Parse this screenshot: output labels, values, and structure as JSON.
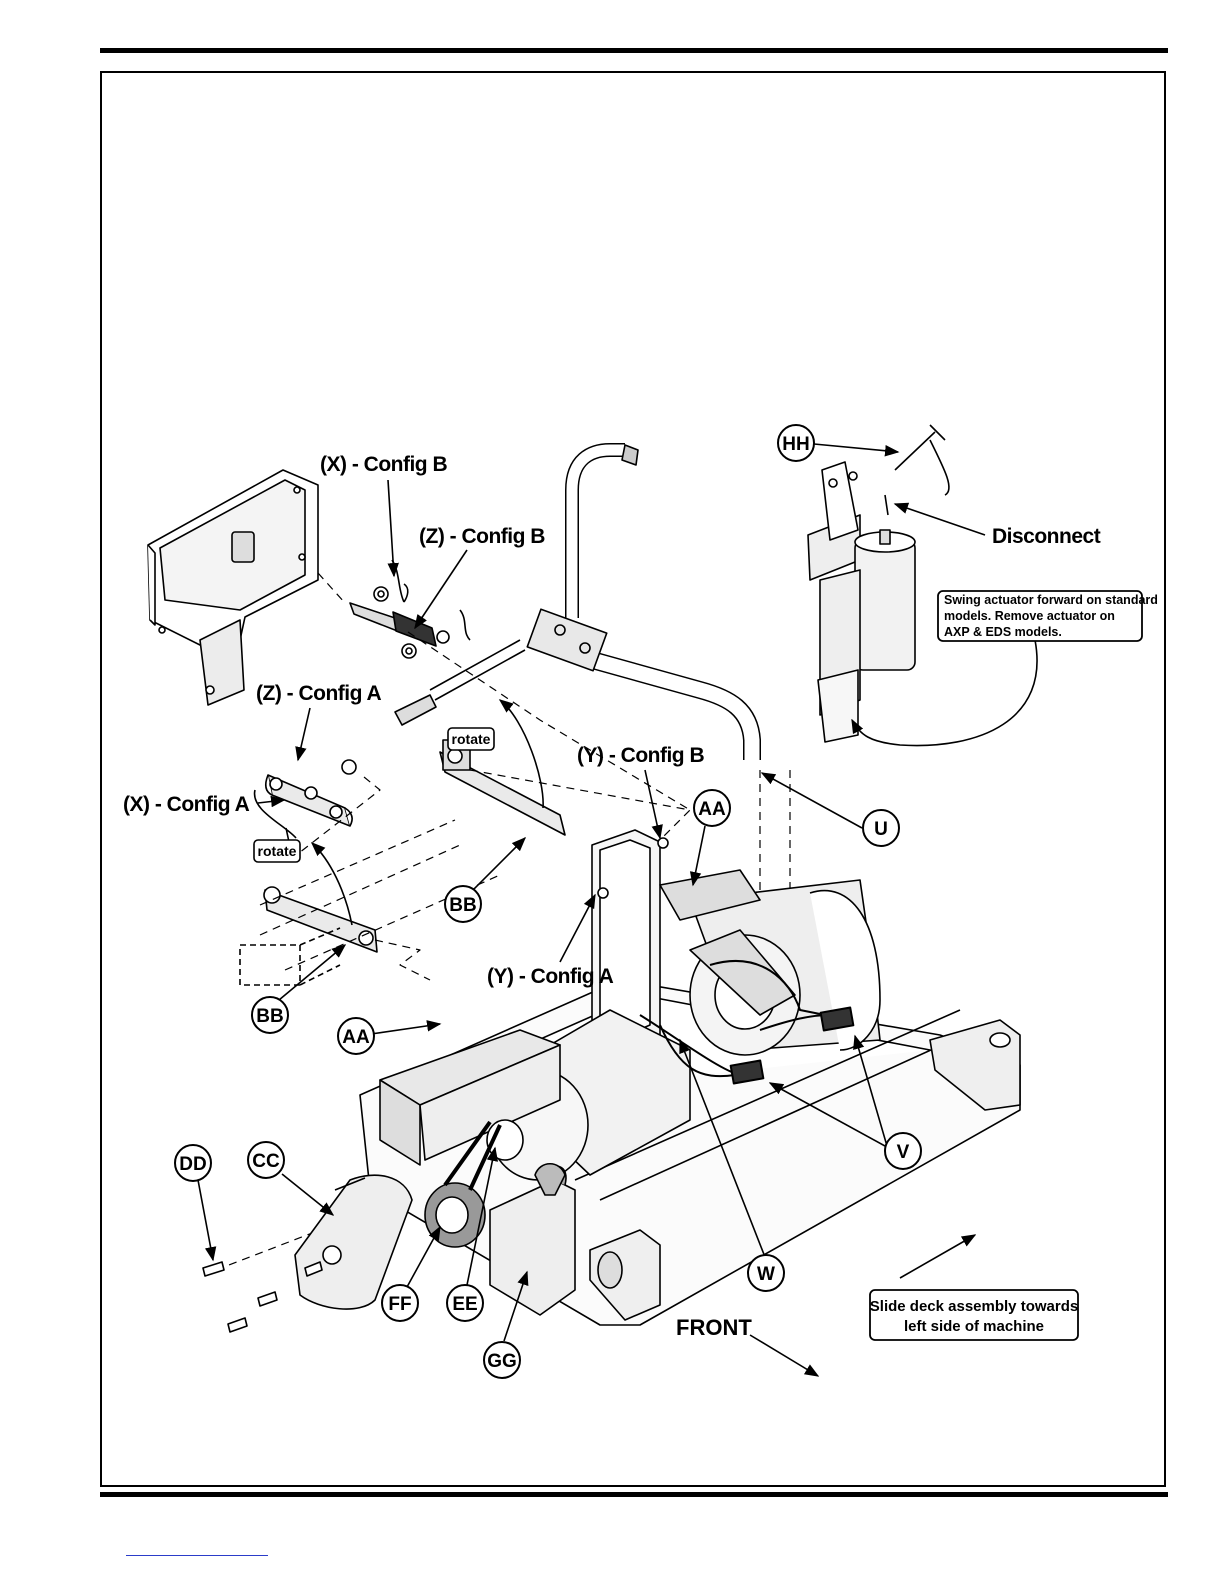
{
  "labels": {
    "x_config_b": "(X) - Config B",
    "z_config_b": "(Z) - Config B",
    "z_config_a": "(Z) - Config A",
    "x_config_a": "(X) - Config A",
    "y_config_b": "(Y) - Config B",
    "y_config_a": "(Y) - Config A",
    "disconnect": "Disconnect",
    "front": "FRONT",
    "rotate_upper": "rotate",
    "rotate_lower": "rotate"
  },
  "notes": {
    "swing_actuator": [
      "Swing actuator forward on standard",
      "models. Remove actuator on",
      "AXP & EDS models."
    ],
    "slide_deck": [
      "Slide deck assembly towards",
      "left side of machine"
    ]
  },
  "callouts": {
    "hh": "HH",
    "u": "U",
    "aa_upper": "AA",
    "aa_lower": "AA",
    "bb_upper": "BB",
    "bb_lower": "BB",
    "v": "V",
    "w": "W",
    "dd": "DD",
    "cc": "CC",
    "ff": "FF",
    "ee": "EE",
    "gg": "GG"
  }
}
